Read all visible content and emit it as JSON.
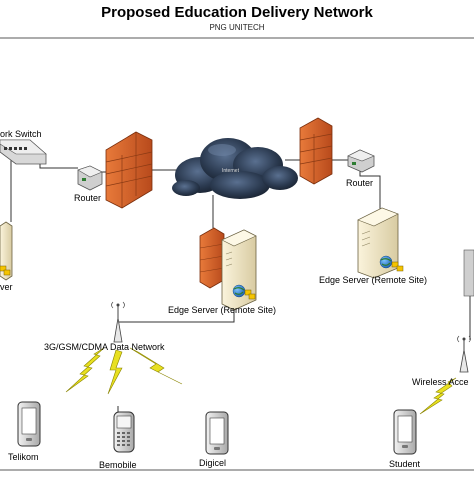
{
  "header": {
    "title": "Proposed Education Delivery Network",
    "subtitle": "PNG UNITECH"
  },
  "labels": {
    "network_switch": "ork Switch",
    "router_left": "Router",
    "router_right": "Router",
    "internet": "Internet",
    "server_left_fragment": "ver",
    "edge_server_center": "Edge Server (Remote Site)",
    "edge_server_right": "Edge Server (Remote Site)",
    "data_network": "3G/GSM/CDMA Data Network",
    "wireless_access": "Wireless Acce",
    "telikom": "Telikom",
    "bemobile": "Bemobile",
    "digicel": "Digicel",
    "student": "Student"
  },
  "colors": {
    "frame": "#5a5a5a",
    "link": "#333333",
    "firewall": "#d9612a",
    "firewall_mortar": "#8a3a14",
    "cloud_dark": "#1e2a3a",
    "cloud_mid": "#3b4e66",
    "lightning": "#e8e020",
    "server_body": "#efe5c4",
    "server_side": "#c9bd97"
  }
}
